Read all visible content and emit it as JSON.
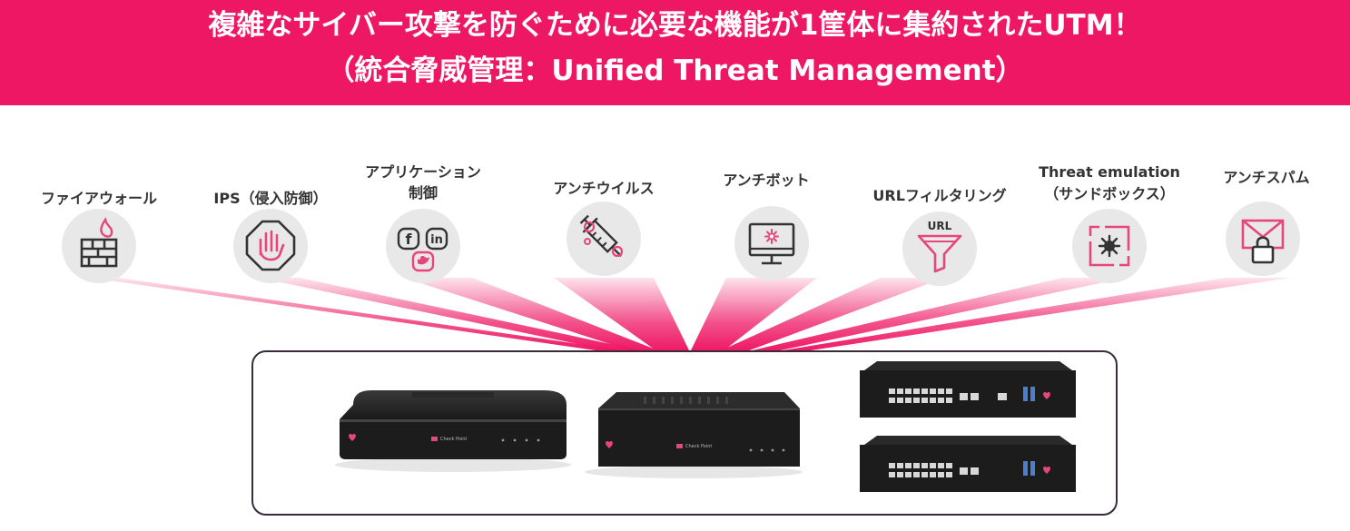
{
  "header": {
    "line1": "複雑なサイバー攻撃を防ぐために必要な機能が1筐体に集約されたUTM！",
    "line2": "（統合脅威管理：Unified Threat Management）"
  },
  "features": [
    {
      "id": "firewall",
      "lines": [
        "ファイアウォール"
      ],
      "icon": "firewall-icon"
    },
    {
      "id": "ips",
      "lines": [
        "IPS（侵入防御）"
      ],
      "icon": "stop-hand-icon"
    },
    {
      "id": "app-control",
      "lines": [
        "アプリケーション",
        "制御"
      ],
      "icon": "social-apps-icon"
    },
    {
      "id": "antivirus",
      "lines": [
        "アンチウイルス"
      ],
      "icon": "syringe-icon"
    },
    {
      "id": "antibot",
      "lines": [
        "アンチボット"
      ],
      "icon": "monitor-bot-icon"
    },
    {
      "id": "url-filtering",
      "lines": [
        "URLフィルタリング"
      ],
      "icon": "url-funnel-icon"
    },
    {
      "id": "threat-emulation",
      "lines": [
        "Threat emulation",
        "（サンドボックス）"
      ],
      "icon": "sandbox-icon"
    },
    {
      "id": "antispam",
      "lines": [
        "アンチスパム"
      ],
      "icon": "mail-lock-icon"
    }
  ],
  "icon_text": {
    "url": "URL"
  },
  "colors": {
    "accent": "#ee1763",
    "circle": "#e8e8e8",
    "icon_stroke": "#333333",
    "icon_accent": "#e5467c",
    "device": "#1c1c1c"
  },
  "devices": [
    "desktop-appliance",
    "compact-appliance",
    "rack-appliance",
    "rack-appliance"
  ]
}
